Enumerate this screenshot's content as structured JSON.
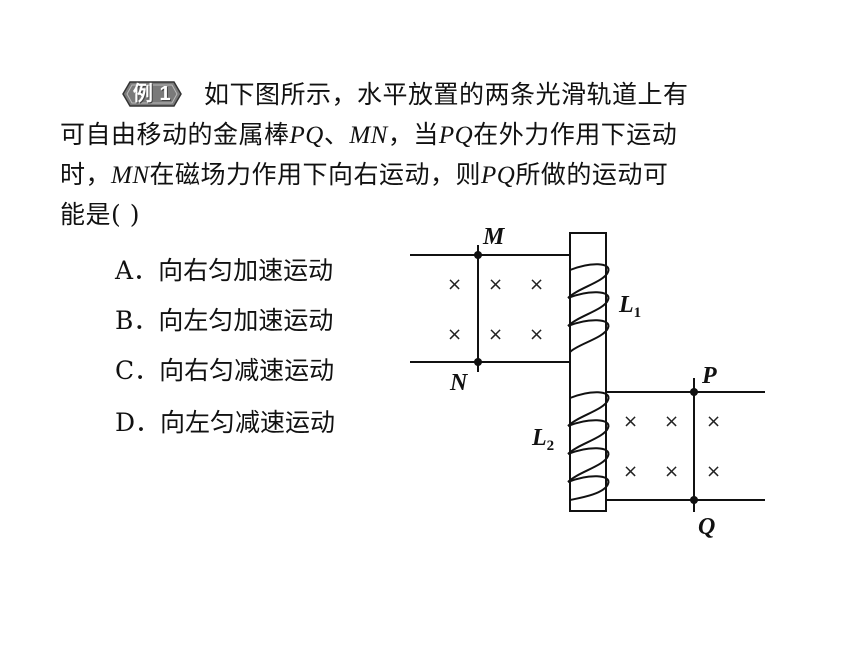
{
  "question": {
    "badge": "例 1",
    "line1_text": "如下图所示，水平放置的两条光滑轨道上有",
    "line2_a": "可自由移动的金属棒",
    "line2_pq": "PQ",
    "line2_b": "、",
    "line2_mn": "MN",
    "line2_c": "，当",
    "line2_pq2": "PQ",
    "line2_d": "在外力作用下运动",
    "line3_a": "时，",
    "line3_mn": "MN",
    "line3_b": "在磁场力作用下向右运动，则",
    "line3_pq": "PQ",
    "line3_c": "所做的运动可",
    "line4": "能是(        )"
  },
  "options": [
    {
      "letter": "A．",
      "text": "向右匀加速运动"
    },
    {
      "letter": "B．",
      "text": "向左匀加速运动"
    },
    {
      "letter": "C．",
      "text": "向右匀减速运动"
    },
    {
      "letter": "D．",
      "text": "向左匀减速运动"
    }
  ],
  "diagram": {
    "label_M": "M",
    "label_N": "N",
    "label_P": "P",
    "label_Q": "Q",
    "label_L": "L",
    "sub_1": "1",
    "sub_2": "2",
    "cross": "×"
  }
}
